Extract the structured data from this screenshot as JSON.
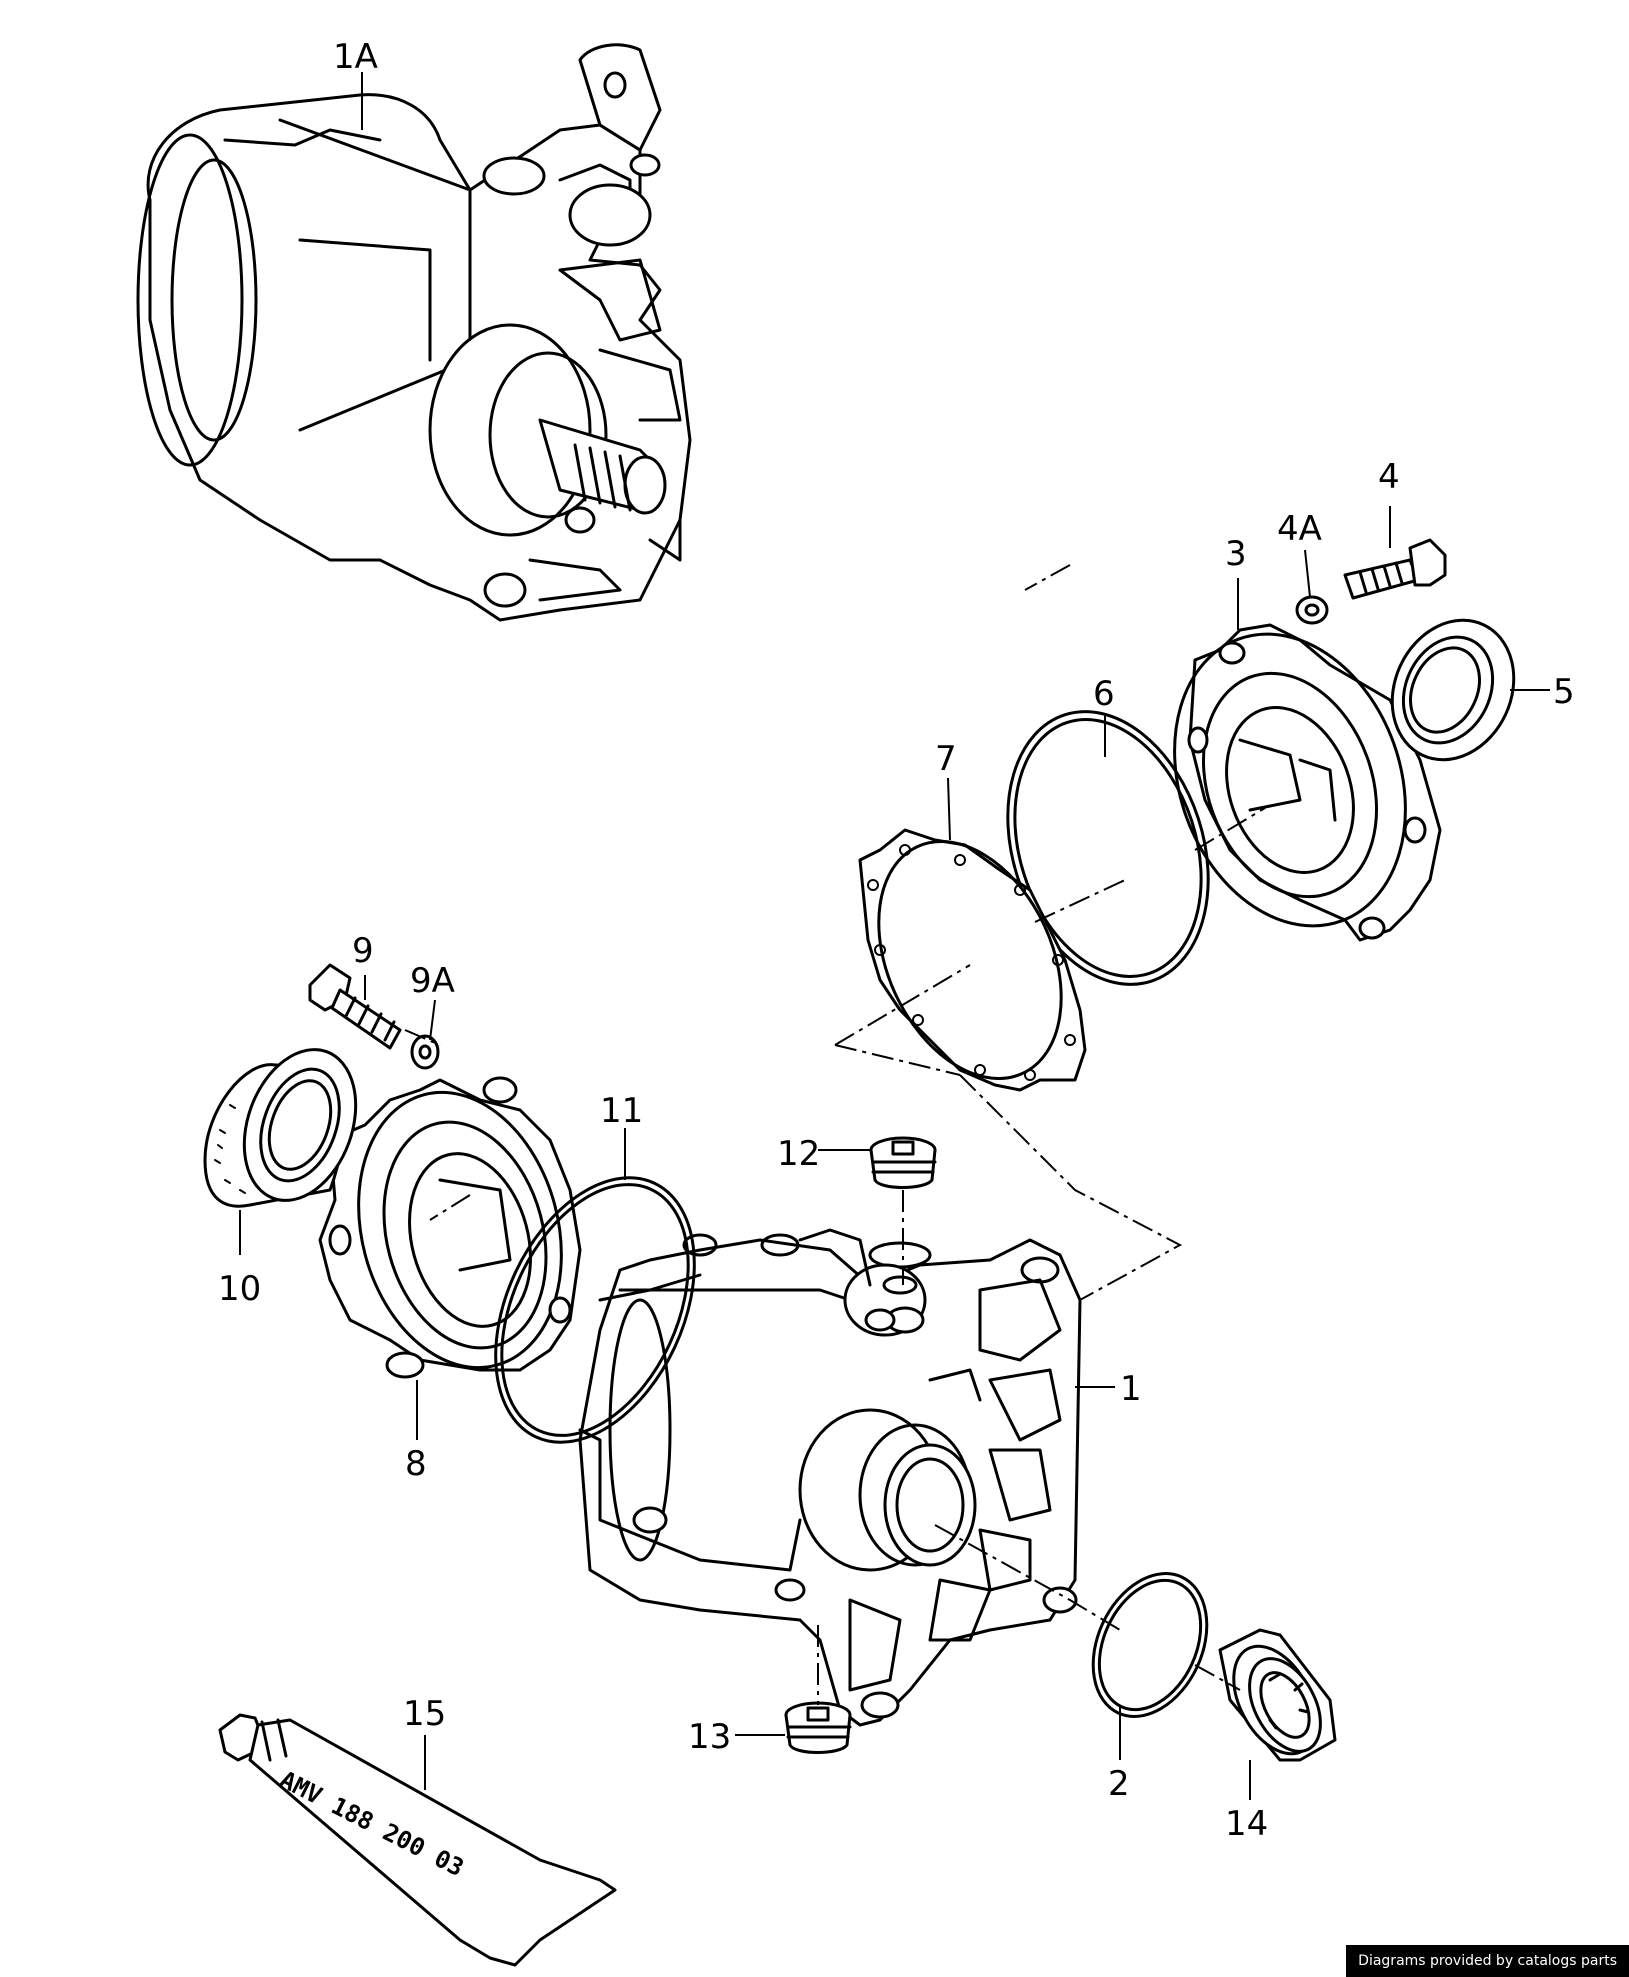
{
  "callouts": {
    "c1A": "1A",
    "c1": "1",
    "c2": "2",
    "c3": "3",
    "c4": "4",
    "c4A": "4A",
    "c5": "5",
    "c6": "6",
    "c7": "7",
    "c8": "8",
    "c9": "9",
    "c9A": "9A",
    "c10": "10",
    "c11": "11",
    "c12": "12",
    "c13": "13",
    "c14": "14",
    "c15": "15"
  },
  "tube_label": "AMV 188 200 03",
  "credit": "Diagrams provided by catalogs parts"
}
